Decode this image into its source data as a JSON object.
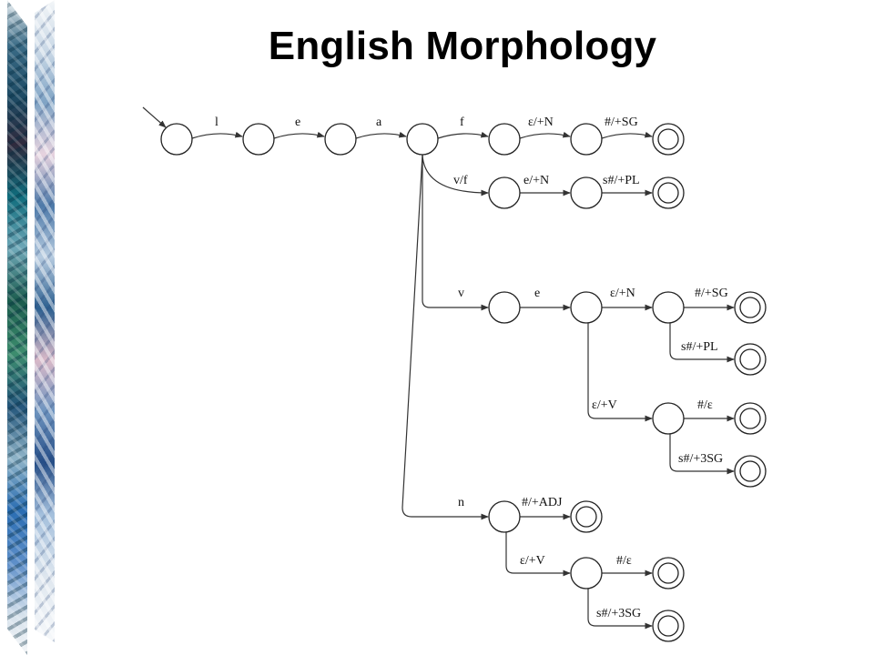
{
  "title": "English Morphology",
  "arc_labels": {
    "r1_l": "l",
    "r1_e": "e",
    "r1_a": "a",
    "r1_f": "f",
    "r1_eps_n": "ε/+N",
    "r1_hash_sg": "#/+SG",
    "r2_vf": "v/f",
    "r2_e_n": "e/+N",
    "r2_s_pl": "s#/+PL",
    "r3_v": "v",
    "r3_e": "e",
    "r3_eps_n": "ε/+N",
    "r3_hash_sg": "#/+SG",
    "r3_s_pl": "s#/+PL",
    "r3_eps_v": "ε/+V",
    "r3_hash_eps": "#/ε",
    "r3_s_3sg": "s#/+3SG",
    "r4_n": "n",
    "r4_hash_adj": "#/+ADJ",
    "r4_eps_v": "ε/+V",
    "r4_hash_eps": "#/ε",
    "r4_s_3sg": "s#/+3SG"
  },
  "decor": {
    "strip_dark": "marbled-strip-dark",
    "strip_light": "marbled-strip-light"
  }
}
